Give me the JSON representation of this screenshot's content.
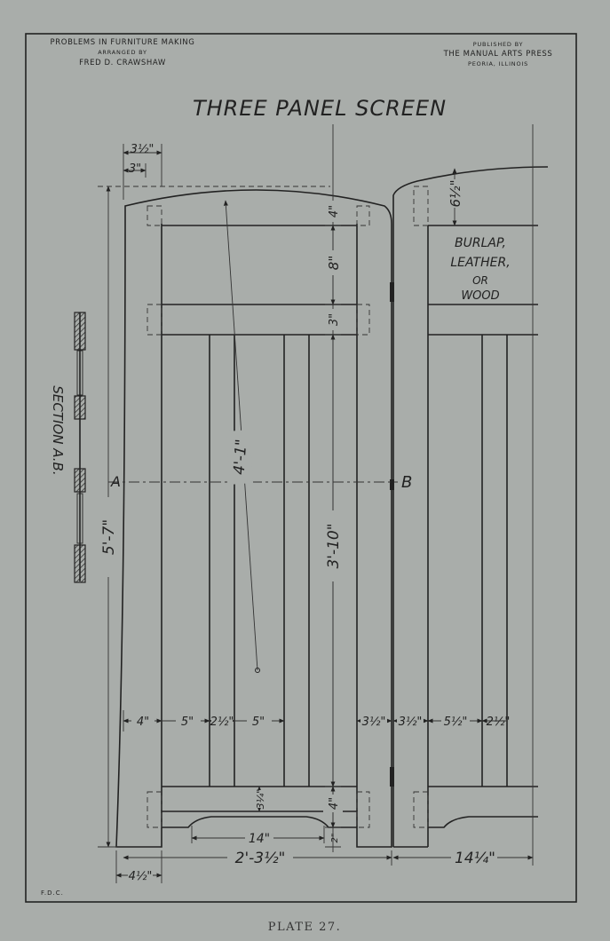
{
  "header": {
    "left_line1": "PROBLEMS IN FURNITURE MAKING",
    "left_line2": "ARRANGED BY",
    "left_line3": "FRED D. CRAWSHAW",
    "right_line1": "PUBLISHED BY",
    "right_line2": "THE MANUAL ARTS PRESS",
    "right_line3": "PEORIA, ILLINOIS"
  },
  "title": "THREE PANEL SCREEN",
  "material_note": [
    "BURLAP,",
    "LEATHER,",
    "OR",
    "WOOD"
  ],
  "section_label": "SECTION A.B.",
  "point_a": "A",
  "point_b": "B",
  "dimensions": {
    "top_stile_3_5": "3½\"",
    "top_stile_3": "3\"",
    "top_rail_4": "4\"",
    "rail_gap_8": "8\"",
    "mid_rail_3": "3\"",
    "diagonal_4_1": "4'-1\"",
    "overall_height": "5'-7\"",
    "panel_height": "3'-10\"",
    "crown_6_5": "6½\"",
    "b_stile_4": "4\"",
    "b_space_5a": "5\"",
    "b_slat_2_5": "2½\"",
    "b_space_5b": "5\"",
    "r_stile_3_5a": "3½\"",
    "r_stile_3_5b": "3½\"",
    "r_space_5_5": "5½\"",
    "r_slat_2_5": "2½\"",
    "bottom_rail_3_25": "3¼\"",
    "bottom_rail_4": "4\"",
    "arch_14": "14\"",
    "foot_2": "2\"",
    "panel_width": "2'-3½\"",
    "right_width": "14¼\"",
    "foot_4_5": "4½\""
  },
  "initials": "F.D.C.",
  "caption": "PLATE 27."
}
